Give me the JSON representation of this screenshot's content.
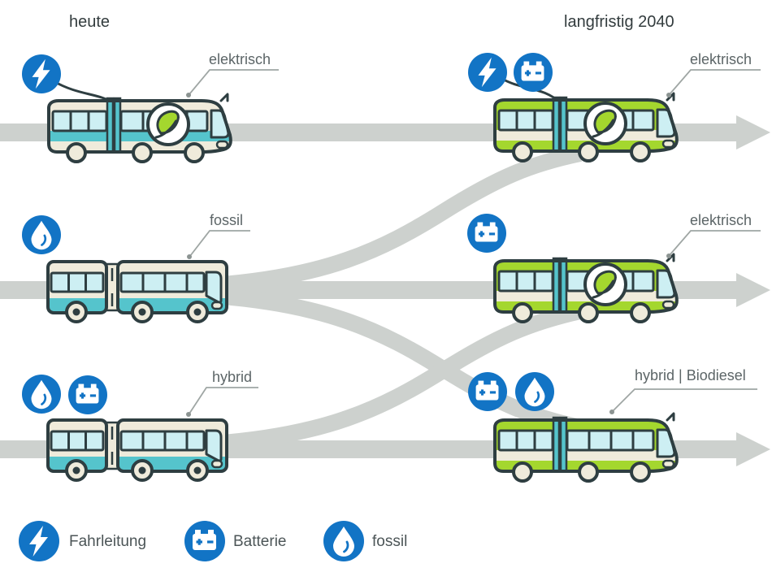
{
  "diagram": {
    "title_left": "heute",
    "title_right": "langfristig 2040",
    "rows": [
      {
        "left": {
          "label": "elektrisch",
          "icons": [
            "fahrleitung"
          ],
          "bus_type": "solo",
          "colorway": "teal",
          "leaf_emblem": true
        },
        "right": {
          "label": "elektrisch",
          "icons": [
            "fahrleitung",
            "batterie"
          ],
          "bus_type": "solo",
          "colorway": "green",
          "leaf_emblem": true
        }
      },
      {
        "left": {
          "label": "fossil",
          "icons": [
            "fossil"
          ],
          "bus_type": "articulated",
          "colorway": "teal",
          "leaf_emblem": false
        },
        "right": {
          "label": "elektrisch",
          "icons": [
            "batterie"
          ],
          "bus_type": "solo",
          "colorway": "green",
          "leaf_emblem": true
        }
      },
      {
        "left": {
          "label": "hybrid",
          "icons": [
            "fossil",
            "batterie"
          ],
          "bus_type": "articulated",
          "colorway": "teal",
          "leaf_emblem": false
        },
        "right": {
          "label": "hybrid | Biodiesel",
          "icons": [
            "batterie",
            "fossil"
          ],
          "bus_type": "solo",
          "colorway": "green",
          "leaf_emblem": false
        }
      }
    ],
    "transitions": [
      {
        "from": "elektrisch",
        "to": "elektrisch"
      },
      {
        "from": "fossil",
        "to": "elektrisch"
      },
      {
        "from": "fossil",
        "to": "elektrisch"
      },
      {
        "from": "fossil",
        "to": "hybrid | Biodiesel"
      },
      {
        "from": "hybrid",
        "to": "elektrisch"
      },
      {
        "from": "hybrid",
        "to": "hybrid | Biodiesel"
      }
    ],
    "legend": [
      {
        "icon": "fahrleitung",
        "label": "Fahrleitung"
      },
      {
        "icon": "batterie",
        "label": "Batterie"
      },
      {
        "icon": "fossil",
        "label": "fossil"
      }
    ],
    "colors": {
      "icon_blue": "#1274C5",
      "bus_green": "#A4D72E",
      "bus_teal": "#55C4CC",
      "window_cyan": "#CDEFF3",
      "cream": "#EFEBDB",
      "outline": "#2E3E41",
      "flow_gray": "#CDD1CE"
    }
  }
}
